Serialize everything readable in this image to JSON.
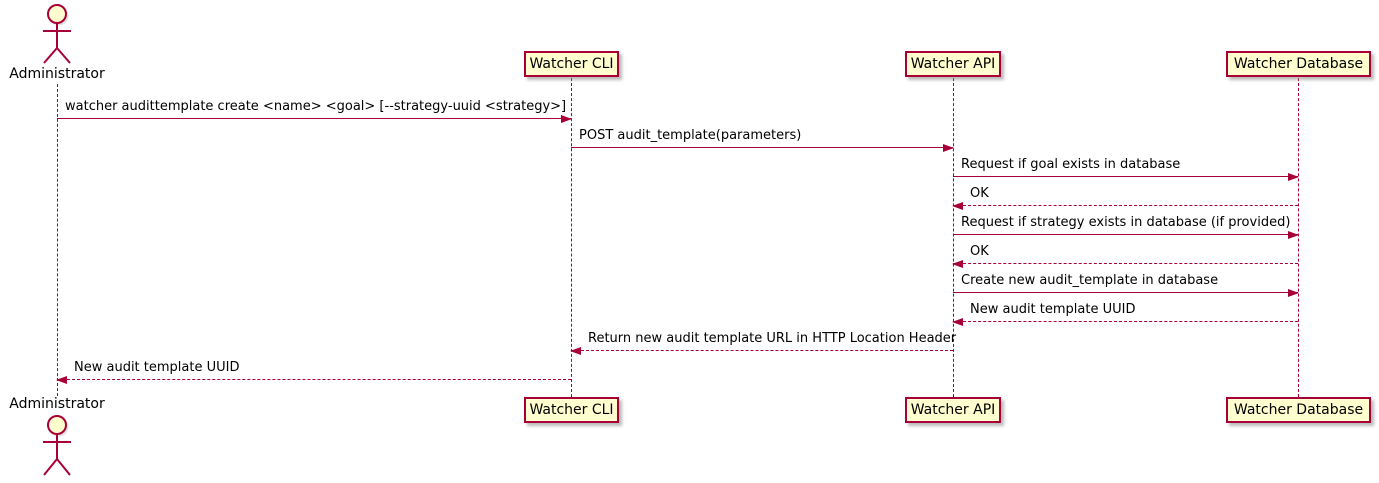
{
  "diagram_type": "sequence",
  "colors": {
    "arrow": "#A80036",
    "participant_fill": "#FEFECE",
    "participant_border": "#A80036",
    "text": "#000000",
    "background": "#FFFFFF"
  },
  "actors": [
    {
      "name": "Administrator"
    }
  ],
  "participants": [
    {
      "label": "Watcher CLI"
    },
    {
      "label": "Watcher API"
    },
    {
      "label": "Watcher Database"
    }
  ],
  "messages": [
    {
      "from": "Administrator",
      "to": "Watcher CLI",
      "style": "solid",
      "label": "watcher audittemplate create <name> <goal> [--strategy-uuid <strategy>]"
    },
    {
      "from": "Watcher CLI",
      "to": "Watcher API",
      "style": "solid",
      "label": "POST audit_template(parameters)"
    },
    {
      "from": "Watcher API",
      "to": "Watcher Database",
      "style": "solid",
      "label": "Request if goal exists in database"
    },
    {
      "from": "Watcher Database",
      "to": "Watcher API",
      "style": "dashed",
      "label": "OK"
    },
    {
      "from": "Watcher API",
      "to": "Watcher Database",
      "style": "solid",
      "label": "Request if strategy exists in database (if provided)"
    },
    {
      "from": "Watcher Database",
      "to": "Watcher API",
      "style": "dashed",
      "label": "OK"
    },
    {
      "from": "Watcher API",
      "to": "Watcher Database",
      "style": "solid",
      "label": "Create new audit_template in database"
    },
    {
      "from": "Watcher Database",
      "to": "Watcher API",
      "style": "dashed",
      "label": "New audit template UUID"
    },
    {
      "from": "Watcher API",
      "to": "Watcher CLI",
      "style": "dashed",
      "label": "Return new audit template URL in HTTP Location Header"
    },
    {
      "from": "Watcher CLI",
      "to": "Administrator",
      "style": "dashed",
      "label": "New audit template UUID"
    }
  ]
}
